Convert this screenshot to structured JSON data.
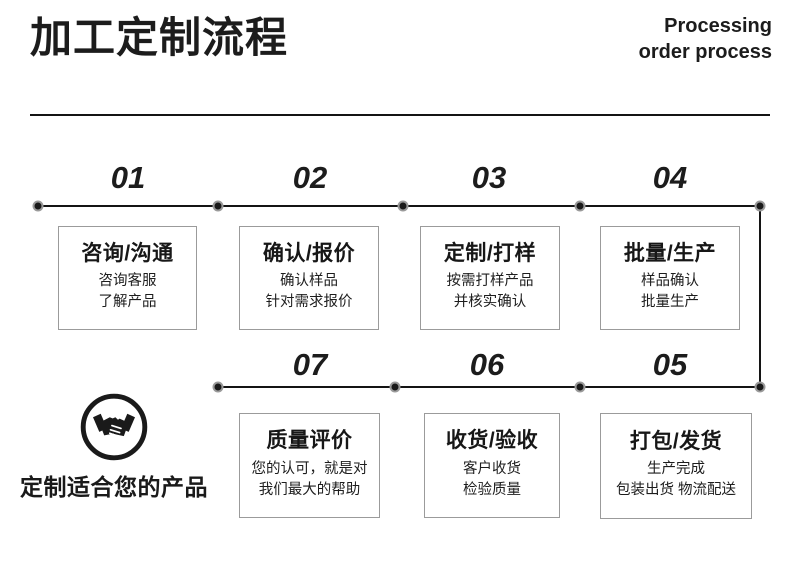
{
  "header": {
    "title_cn": "加工定制流程",
    "title_en_line1": "Processing",
    "title_en_line2": "order process",
    "rule_color": "#141414"
  },
  "brand": {
    "icon": "handshake-icon",
    "tagline": "定制适合您的产品"
  },
  "timeline": {
    "line_color": "#141414",
    "node_color": "#1a1a1a",
    "node_ring_color": "#9a9a9a",
    "row_top_nodes": [
      38,
      218,
      403,
      580,
      760
    ],
    "row_bottom_nodes": [
      218,
      395,
      580,
      760
    ]
  },
  "steps": [
    {
      "number": "01",
      "title": "咨询/沟通",
      "desc_line1": "咨询客服",
      "desc_line2": "了解产品",
      "row": "top"
    },
    {
      "number": "02",
      "title": "确认/报价",
      "desc_line1": "确认样品",
      "desc_line2": "针对需求报价",
      "row": "top"
    },
    {
      "number": "03",
      "title": "定制/打样",
      "desc_line1": "按需打样产品",
      "desc_line2": "并核实确认",
      "row": "top"
    },
    {
      "number": "04",
      "title": "批量/生产",
      "desc_line1": "样品确认",
      "desc_line2": "批量生产",
      "row": "top"
    },
    {
      "number": "05",
      "title": "打包/发货",
      "desc_line1": "生产完成",
      "desc_line2": "包装出货 物流配送",
      "row": "bottom"
    },
    {
      "number": "06",
      "title": "收货/验收",
      "desc_line1": "客户收货",
      "desc_line2": "检验质量",
      "row": "bottom"
    },
    {
      "number": "07",
      "title": "质量评价",
      "desc_line1": "您的认可，就是对",
      "desc_line2": "我们最大的帮助",
      "row": "bottom"
    }
  ]
}
